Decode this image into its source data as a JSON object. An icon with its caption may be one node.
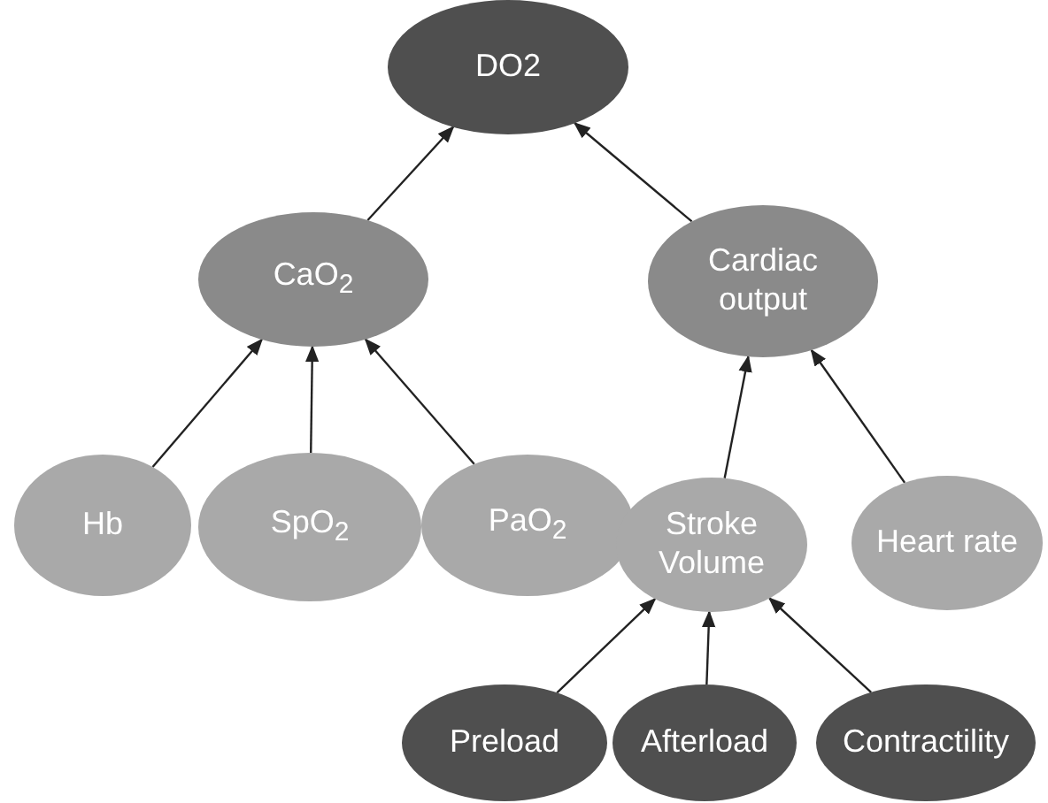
{
  "diagram": {
    "nodes": [
      {
        "text": [
          "DO2"
        ]
      },
      {
        "text": [
          "CaO$_{2}$"
        ]
      },
      {
        "text": [
          "Cardiac output"
        ]
      },
      {
        "text": [
          "Hb"
        ]
      },
      {
        "text": [
          "SpO$_{2}$"
        ]
      },
      {
        "text": [
          "PaO$_{2}$"
        ]
      },
      {
        "text": [
          "Stroke Volume"
        ]
      },
      {
        "text": [
          "Heart rate"
        ]
      },
      {
        "text": [
          "Preload"
        ]
      },
      {
        "text": [
          "Afterload"
        ]
      },
      {
        "text": [
          "Contractility"
        ]
      }
    ],
    "edges": [
      {
        "from": 1,
        "to": 0,
        "arrow": "to"
      },
      {
        "from": 2,
        "to": 0,
        "arrow": "to"
      },
      {
        "from": 3,
        "to": 1,
        "arrow": "to"
      },
      {
        "from": 4,
        "to": 1,
        "arrow": "to"
      },
      {
        "from": 5,
        "to": 1,
        "arrow": "to"
      },
      {
        "from": 6,
        "to": 2,
        "arrow": "to"
      },
      {
        "from": 7,
        "to": 2,
        "arrow": "to"
      },
      {
        "from": 8,
        "to": 6,
        "arrow": "to"
      },
      {
        "from": 9,
        "to": 6,
        "arrow": "to"
      },
      {
        "from": 10,
        "to": 6,
        "arrow": "to"
      }
    ]
  }
}
